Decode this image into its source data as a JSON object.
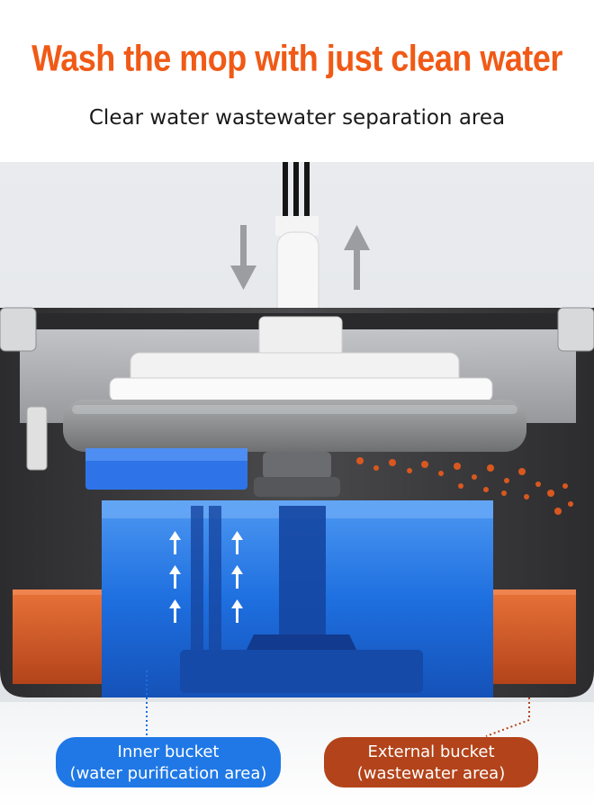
{
  "headline": {
    "text": "Wash the mop with just clean water",
    "color": "#f05a16"
  },
  "subtitle": "Clear water wastewater separation area",
  "labels": {
    "inner": {
      "line1": "Inner bucket",
      "line2": "(water purification area)",
      "color": "#1f78e6"
    },
    "outer": {
      "line1": "External bucket",
      "line2": "(wastewater area)",
      "color": "#b3431a"
    }
  },
  "colors": {
    "clean_water": "#1e6fe0",
    "wastewater": "#d9581f",
    "bucket_body": "#3a3a3c",
    "mop_pad": "#8e9092"
  },
  "icons": {
    "press_down": "arrow-down-icon",
    "lift_up": "arrow-up-icon",
    "flow_up": "arrow-up-icon"
  }
}
